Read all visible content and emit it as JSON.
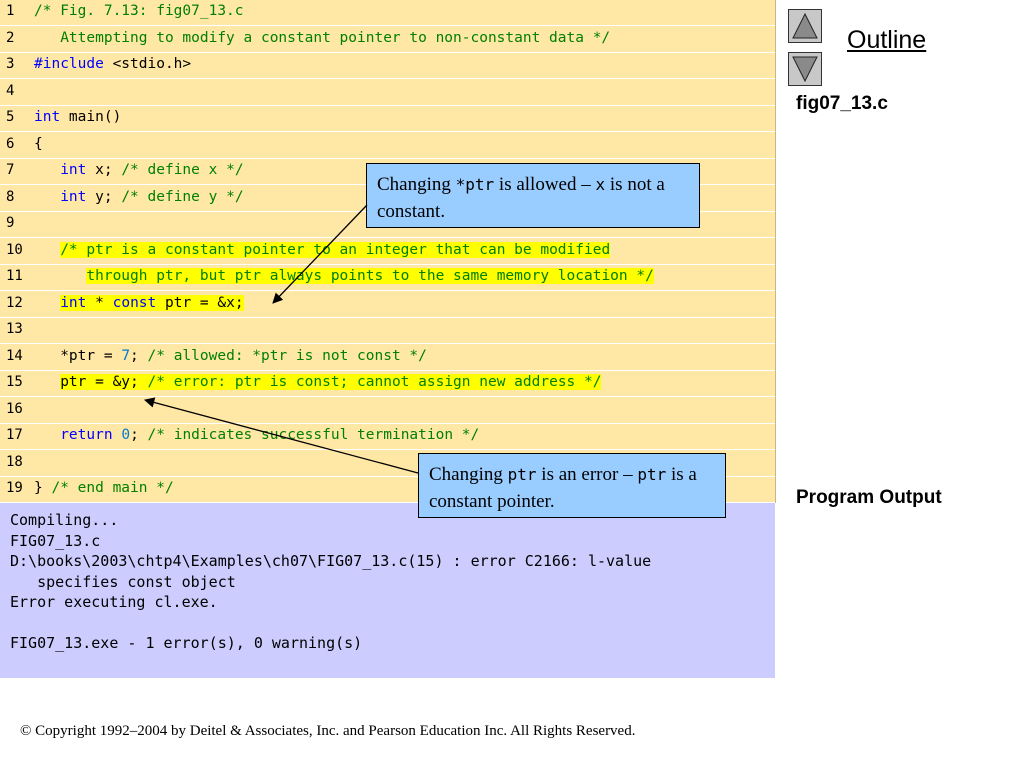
{
  "code": {
    "lines": [
      {
        "num": "1",
        "segs": [
          {
            "t": "/* Fig. 7.13: fig07_13.c",
            "c": "cmt"
          }
        ]
      },
      {
        "num": "2",
        "segs": [
          {
            "t": "   Attempting to modify a constant pointer to non-constant data */",
            "c": "cmt"
          }
        ]
      },
      {
        "num": "3",
        "segs": [
          {
            "t": "#include",
            "c": "kw"
          },
          {
            "t": " <stdio.h>",
            "c": "txt"
          }
        ]
      },
      {
        "num": "4",
        "segs": []
      },
      {
        "num": "5",
        "segs": [
          {
            "t": "int",
            "c": "kw"
          },
          {
            "t": " main()",
            "c": "txt"
          }
        ]
      },
      {
        "num": "6",
        "segs": [
          {
            "t": "{",
            "c": "txt"
          }
        ]
      },
      {
        "num": "7",
        "segs": [
          {
            "t": "   ",
            "c": "txt"
          },
          {
            "t": "int",
            "c": "kw"
          },
          {
            "t": " x; ",
            "c": "txt"
          },
          {
            "t": "/* define x */",
            "c": "cmt"
          }
        ]
      },
      {
        "num": "8",
        "segs": [
          {
            "t": "   ",
            "c": "txt"
          },
          {
            "t": "int",
            "c": "kw"
          },
          {
            "t": " y; ",
            "c": "txt"
          },
          {
            "t": "/* define y */",
            "c": "cmt"
          }
        ]
      },
      {
        "num": "9",
        "segs": []
      },
      {
        "num": "10",
        "segs": [
          {
            "t": "   ",
            "c": "txt"
          },
          {
            "t": "/* ptr is a constant pointer to an integer that can be modified",
            "c": "cmt",
            "hl": true
          }
        ]
      },
      {
        "num": "11",
        "segs": [
          {
            "t": "      ",
            "c": "txt"
          },
          {
            "t": "through ptr, but ptr always points to the same memory location */",
            "c": "cmt",
            "hl": true
          }
        ]
      },
      {
        "num": "12",
        "segs": [
          {
            "t": "   ",
            "c": "txt"
          },
          {
            "t": "int",
            "c": "kw",
            "hl": true
          },
          {
            "t": " * ",
            "c": "txt",
            "hl": true
          },
          {
            "t": "const",
            "c": "kw",
            "hl": true
          },
          {
            "t": " ptr = &x;",
            "c": "txt",
            "hl": true
          }
        ]
      },
      {
        "num": "13",
        "segs": []
      },
      {
        "num": "14",
        "segs": [
          {
            "t": "   *ptr = ",
            "c": "txt"
          },
          {
            "t": "7",
            "c": "num"
          },
          {
            "t": "; ",
            "c": "txt"
          },
          {
            "t": "/* allowed: *ptr is not const */",
            "c": "cmt"
          }
        ]
      },
      {
        "num": "15",
        "segs": [
          {
            "t": "   ",
            "c": "txt"
          },
          {
            "t": "ptr = &y; ",
            "c": "txt",
            "hl": true
          },
          {
            "t": "/* error: ptr is const; cannot assign new address */",
            "c": "cmt",
            "hl": true
          }
        ]
      },
      {
        "num": "16",
        "segs": []
      },
      {
        "num": "17",
        "segs": [
          {
            "t": "   ",
            "c": "txt"
          },
          {
            "t": "return",
            "c": "kw"
          },
          {
            "t": " ",
            "c": "txt"
          },
          {
            "t": "0",
            "c": "num"
          },
          {
            "t": "; ",
            "c": "txt"
          },
          {
            "t": "/* indicates successful termination */",
            "c": "cmt"
          }
        ]
      },
      {
        "num": "18",
        "segs": []
      },
      {
        "num": "19",
        "segs": [
          {
            "t": "} ",
            "c": "txt"
          },
          {
            "t": "/* end main */",
            "c": "cmt"
          }
        ]
      }
    ]
  },
  "output": {
    "lines": [
      "Compiling...",
      "FIG07_13.c",
      "D:\\books\\2003\\chtp4\\Examples\\ch07\\FIG07_13.c(15) : error C2166: l-value",
      "   specifies const object",
      "Error executing cl.exe.",
      "",
      "FIG07_13.exe - 1 error(s), 0 warning(s)"
    ]
  },
  "sidebar": {
    "outline": "Outline",
    "file": "fig07_13.c",
    "program_output": "Program Output"
  },
  "callouts": {
    "first": {
      "pre": "Changing ",
      "code1": "*ptr",
      "mid": " is allowed – ",
      "code2": "x",
      "post": " is not a constant."
    },
    "second": {
      "pre": "Changing ",
      "code1": "ptr",
      "mid": " is an error – ",
      "code2": "ptr",
      "post": " is a constant pointer."
    }
  },
  "footer": {
    "copyright": "© Copyright 1992–2004 by Deitel & Associates, Inc. and Pearson Education Inc. All Rights Reserved."
  },
  "colors": {
    "code_bg": "#ffe7a6",
    "output_bg": "#ccccff",
    "callout_bg": "#99ccff",
    "highlight": "#ffff00",
    "comment": "#008000",
    "keyword": "#0000ff"
  }
}
